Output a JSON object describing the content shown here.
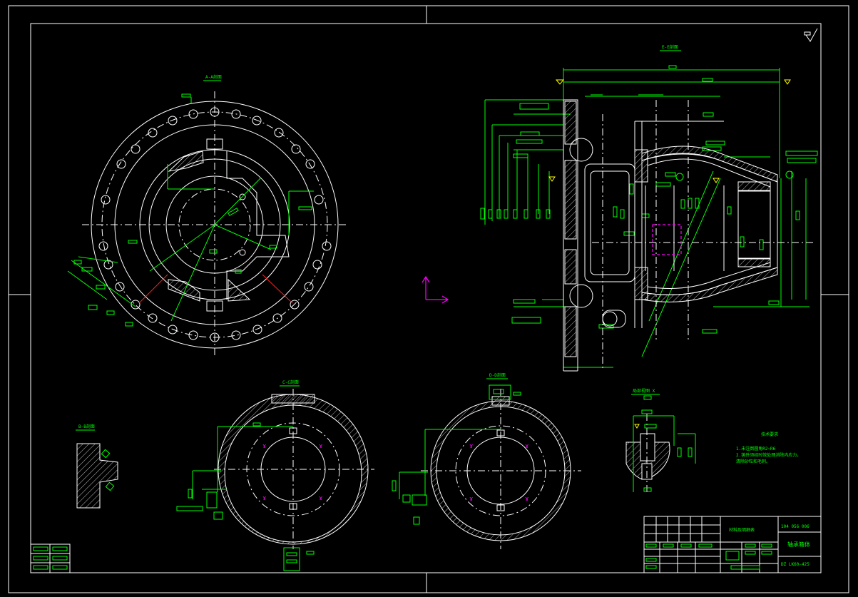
{
  "views": {
    "a_section": "A-A剖面",
    "e_section": "E-E剖面",
    "c_section": "C-C剖面",
    "d_section": "D-D剖面",
    "b_section": "B-B剖面",
    "detail": "局部视图 X"
  },
  "notes": {
    "title": "技术要求",
    "line1": "1.未注倒圆角R2~R6",
    "line2": "2.铸件须经时效处理消除内应力，",
    "line3": "  清除砂粒和毛刺。"
  },
  "title_block": {
    "codes": "104   056   006",
    "name": "轴承箱体",
    "model": "DZ LK60-425",
    "material": "材料及明细表"
  },
  "colors": {
    "background": "#000000",
    "outline": "#ffffff",
    "dimension": "#00ff00",
    "symbol": "#ffff00",
    "section": "#ff2020",
    "ucs": "#ff00ff"
  }
}
